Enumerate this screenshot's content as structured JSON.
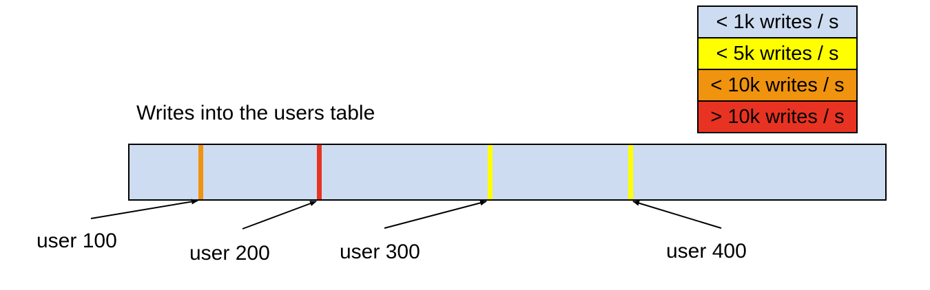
{
  "title": "Writes into the users table",
  "colors": {
    "bar_fill": "#cddcf0",
    "border": "#000000",
    "yellow": "#ffff00",
    "orange": "#f0930f",
    "red": "#e93322"
  },
  "legend": {
    "items": [
      {
        "label": "< 1k writes / s",
        "color": "#cddcf0"
      },
      {
        "label": "< 5k writes / s",
        "color": "#ffff00"
      },
      {
        "label": "< 10k writes / s",
        "color": "#f0930f"
      },
      {
        "label": "> 10k writes / s",
        "color": "#e93322"
      }
    ]
  },
  "bar": {
    "fill": "#cddcf0",
    "description": "users table keyspace"
  },
  "markers": [
    {
      "label": "user 100",
      "rate": "< 10k writes / s",
      "color": "#f0930f"
    },
    {
      "label": "user 200",
      "rate": "> 10k writes / s",
      "color": "#e93322"
    },
    {
      "label": "user 300",
      "rate": "< 5k writes / s",
      "color": "#ffff00"
    },
    {
      "label": "user 400",
      "rate": "< 5k writes / s",
      "color": "#ffff00"
    }
  ]
}
